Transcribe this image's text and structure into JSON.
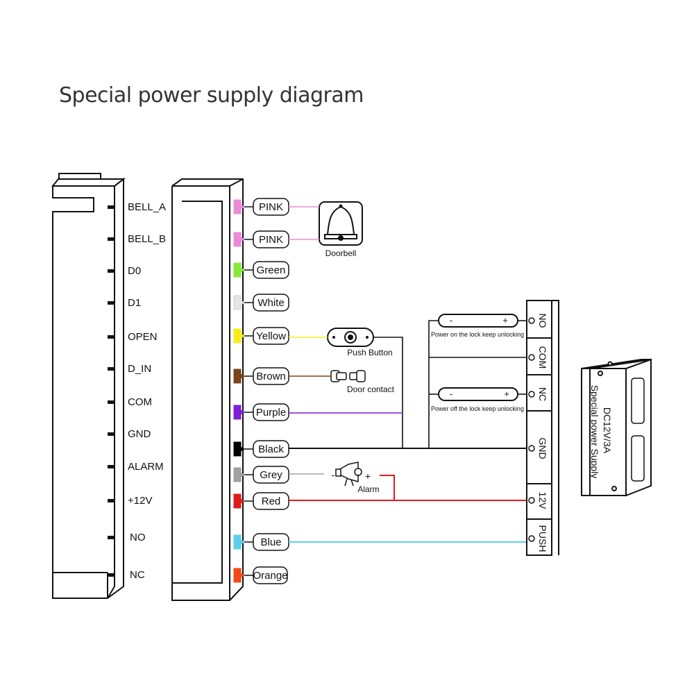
{
  "title": "Special power supply diagram",
  "terminals": [
    "BELL_A",
    "BELL_B",
    "D0",
    "D1",
    "OPEN",
    "D_IN",
    "COM",
    "GND",
    "ALARM",
    "+12V",
    "NO",
    "NC"
  ],
  "wires": [
    {
      "label": "PINK",
      "color": "#e98bd8"
    },
    {
      "label": "PINK",
      "color": "#e98bd8"
    },
    {
      "label": "Green",
      "color": "#86e83a"
    },
    {
      "label": "White",
      "color": "#e6e6e6"
    },
    {
      "label": "Yellow",
      "color": "#f5ec1a"
    },
    {
      "label": "Brown",
      "color": "#7a4516"
    },
    {
      "label": "Purple",
      "color": "#7d1fd6"
    },
    {
      "label": "Black",
      "color": "#000000"
    },
    {
      "label": "Grey",
      "color": "#a0a0a0"
    },
    {
      "label": "Red",
      "color": "#e01b1b"
    },
    {
      "label": "Blue",
      "color": "#5bd0ea"
    },
    {
      "label": "Orange",
      "color": "#f24a1c"
    }
  ],
  "devices": {
    "doorbell": "Doorbell",
    "push_button": "Push Button",
    "door_contact": "Door contact",
    "alarm": "Alarm",
    "alarm_minus": "-",
    "alarm_plus": "+",
    "lock_top_caption": "Power on the lock keep unlocking",
    "lock_bottom_caption": "Power off the lock keep unlocking",
    "lock_minus": "-",
    "lock_plus": "+"
  },
  "power_terminals": [
    "NO",
    "COM",
    "NC",
    "GND",
    "12V",
    "PUSH"
  ],
  "power_supply": {
    "line1": "DC12V/3A",
    "line2": "Special power Supply"
  }
}
